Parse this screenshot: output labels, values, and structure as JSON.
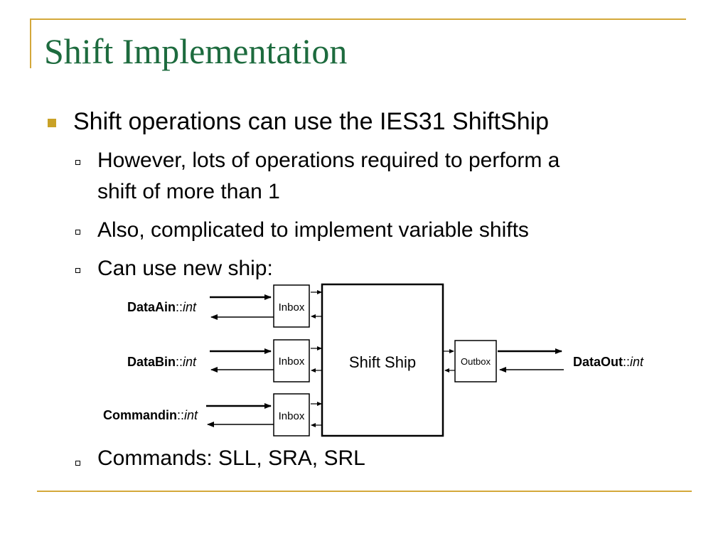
{
  "slide": {
    "title": "Shift Implementation",
    "bullet": "Shift operations can use the IES31 ShiftShip",
    "subbullets": [
      "However, lots of operations required to perform a",
      "shift of more than 1",
      "Also, complicated to implement variable shifts",
      "Can use new ship:",
      "Commands: SLL, SRA, SRL"
    ]
  },
  "diagram": {
    "inputs": [
      {
        "name": "DataAin",
        "sep": "::",
        "type": "int",
        "box": "Inbox"
      },
      {
        "name": "DataBin",
        "sep": "::",
        "type": "int",
        "box": "Inbox"
      },
      {
        "name": "Commandin",
        "sep": "::",
        "type": "int",
        "box": "Inbox"
      }
    ],
    "ship_label": "Shift Ship",
    "output": {
      "name": "DataOut",
      "sep": "::",
      "type": "int",
      "box": "Outbox"
    }
  },
  "colors": {
    "title": "#1d6b3e",
    "accent_rule": "#d4a83a",
    "bullet_marker": "#c9a227"
  }
}
